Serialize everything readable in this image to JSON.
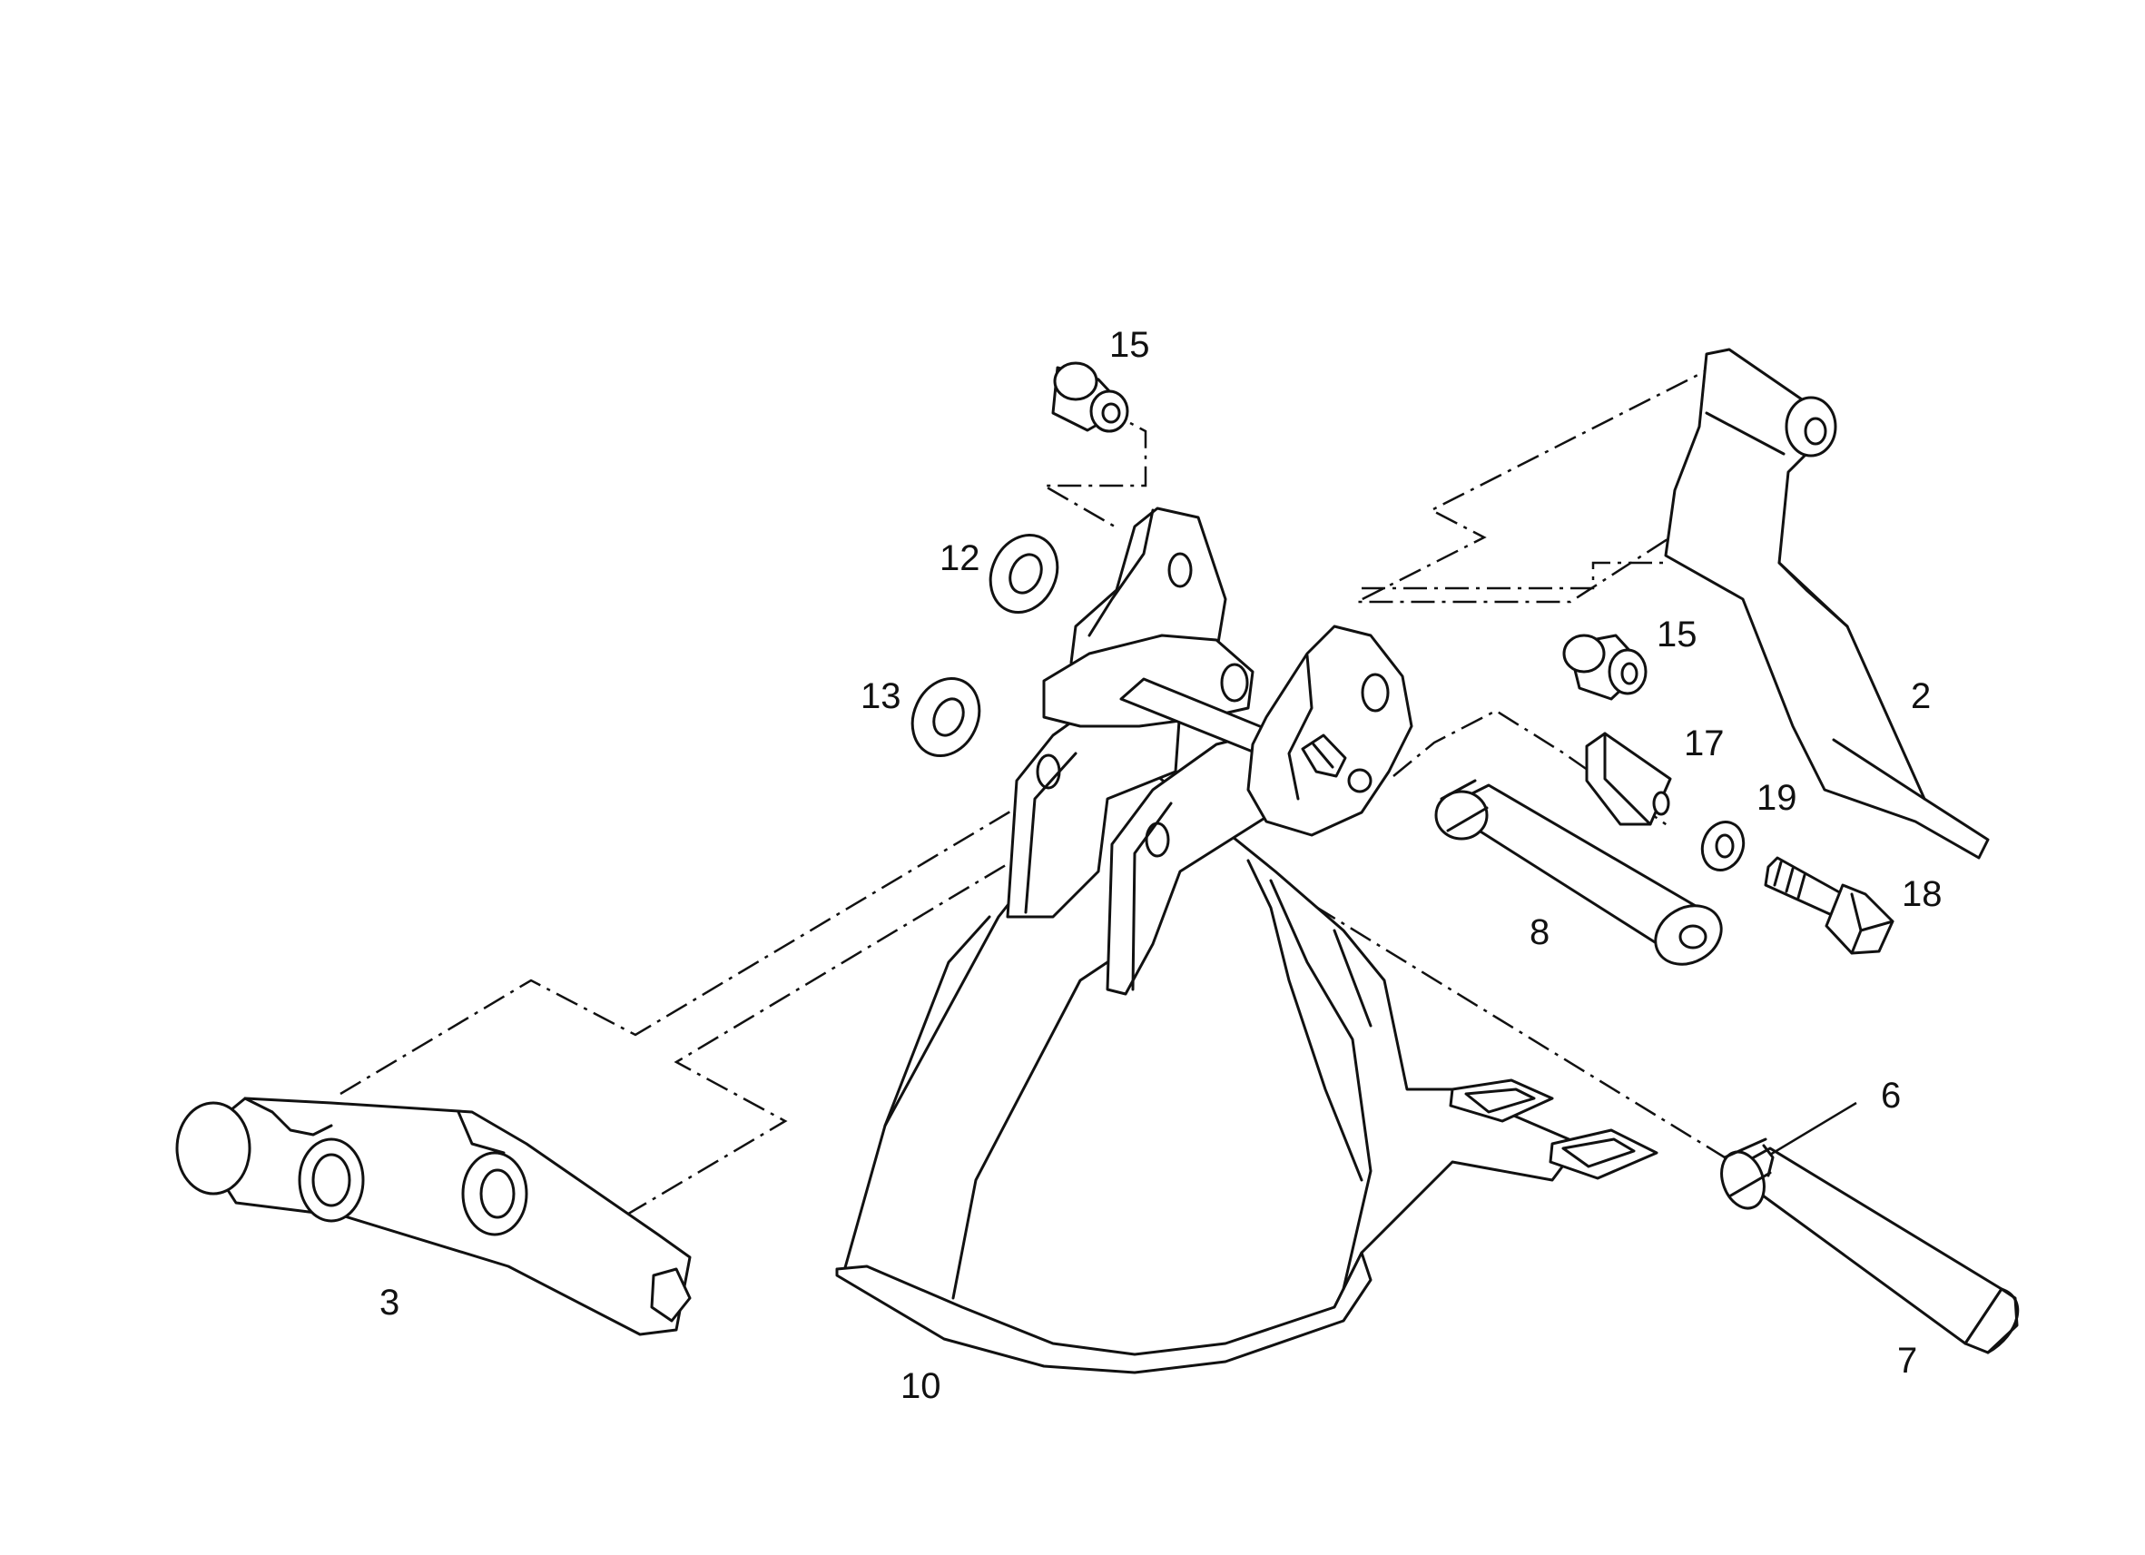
{
  "diagram": {
    "callouts": [
      {
        "id": "c15a",
        "label": "15"
      },
      {
        "id": "c12",
        "label": "12"
      },
      {
        "id": "c13",
        "label": "13"
      },
      {
        "id": "c15b",
        "label": "15"
      },
      {
        "id": "c2",
        "label": "2"
      },
      {
        "id": "c17",
        "label": "17"
      },
      {
        "id": "c19",
        "label": "19"
      },
      {
        "id": "c18",
        "label": "18"
      },
      {
        "id": "c8",
        "label": "8"
      },
      {
        "id": "c6",
        "label": "6"
      },
      {
        "id": "c7",
        "label": "7"
      },
      {
        "id": "c3",
        "label": "3"
      },
      {
        "id": "c10",
        "label": "10"
      }
    ],
    "colors": {
      "line": "#111111",
      "background": "#ffffff"
    }
  }
}
